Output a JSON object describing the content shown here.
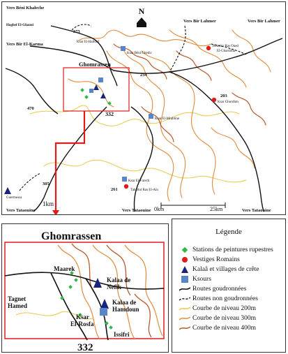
{
  "top_map": {
    "north_label": "N",
    "places": {
      "vers_beni_khaleche": "Vers Béni Khaleche",
      "vers_bir_lahmer_top": "Vers Bir Lahmer",
      "vers_bir_lahmer_right": "Vers Bir Lahmer",
      "vers_bir_el_karma": "Vers Bir El-Karma",
      "vers_tataouine_1": "Vers Tataouine",
      "vers_tataouine_2": "Vers Tataouine",
      "vers_tataouine_3": "Vers Tataouine",
      "hoghef_el_ghaoui": "Hoghef El-Ghaoui",
      "ksar_el_hallouf": "Ksar El-Hallouf",
      "ksar_beni_ghedir": "Ksar Béni Ghedir",
      "henchir_ras_oued": "Henchir Ras Oued",
      "el_ghardima": "El-Ghardima",
      "ksar_ghordhm": "Ksar Ghordhm",
      "ghomrassen": "Ghomrassen",
      "ksar_el_mrabtine": "Ksar El-Mrabtine",
      "ksar_el_farech": "Ksar El-Farech",
      "tabaltut_ras_el_aiu": "Tabaltut Ras El-Aïn",
      "guermessa": "Guermessa"
    },
    "roads": {
      "r373": "373",
      "r234": "234",
      "r203": "203",
      "r470": "470",
      "r332": "332",
      "r305": "305",
      "r261": "261"
    },
    "scale": {
      "left": "1km",
      "mid_0": "0km",
      "mid_25": "25km"
    }
  },
  "inset": {
    "title": "Ghomrassen",
    "road": "332",
    "labels": {
      "maarek": "Maarek",
      "kalaa_nefik": "Kalaa de\nNefik",
      "kalaa_hamdoun": "Kalaa de\nHamdoun",
      "tagnet_hamed": "Tagnet\nHamed",
      "ksar_el_rosfa": "Ksar\nEl-Rosfa",
      "issifri": "Issifri"
    }
  },
  "legend": {
    "title": "Légende",
    "items": [
      {
        "label": "Stations de peintures rupestres",
        "symbol": "green-diamond"
      },
      {
        "label": "Vestiges Romains",
        "symbol": "red-dot"
      },
      {
        "label": "Kalaâ et villages de crête",
        "symbol": "navy-triangle"
      },
      {
        "label": "Ksours",
        "symbol": "blue-square"
      },
      {
        "label": "Routes goudronnées",
        "symbol": "solid-line"
      },
      {
        "label": "Routes non goudronnées",
        "symbol": "dashed-line"
      },
      {
        "label": "Courbe de niveau 200m",
        "symbol": "contour-200"
      },
      {
        "label": "Courbe de niveau 300m",
        "symbol": "contour-300"
      },
      {
        "label": "Courbe de niveau 400m",
        "symbol": "contour-400"
      }
    ]
  },
  "colors": {
    "contour_200": "#e8c84a",
    "contour_300": "#e08a3a",
    "contour_400": "#b8582a",
    "station": "#2fb84a",
    "roman": "#e01b1b",
    "kalaa": "#1a237e",
    "ksour": "#5a86c8",
    "highlight": "#e01b1b"
  }
}
